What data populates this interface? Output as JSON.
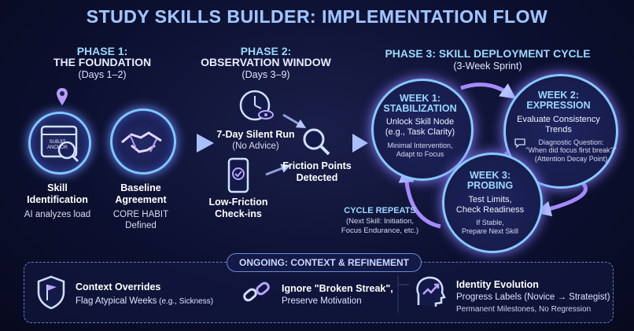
{
  "title": "STUDY SKILLS BUILDER: IMPLEMENTATION FLOW",
  "phase1": {
    "label": "PHASE 1:",
    "name": "THE FOUNDATION",
    "days": "(Days 1–2)",
    "step1": {
      "title_l1": "Skill",
      "title_l2": "Identification",
      "desc": "AI analyzes load",
      "icon_text": "SUBJIT ANCHOR",
      "icon": "calendar-search-icon"
    },
    "step2": {
      "title_l1": "Baseline",
      "title_l2": "Agreement",
      "desc_l1": "CORE HABIT",
      "desc_l2": "Defined",
      "icon": "handshake-icon"
    }
  },
  "phase2": {
    "label": "PHASE 2:",
    "name": "OBSERVATION WINDOW",
    "days": "(Days 3–9)",
    "silent_run": {
      "title": "7-Day Silent Run",
      "sub": "(No Advice)",
      "icon": "clock-eye-icon"
    },
    "checkins": {
      "title_l1": "Low-Friction",
      "title_l2": "Check-ins",
      "icon": "phone-check-icon"
    },
    "friction": {
      "title_l1": "Friction Points",
      "title_l2": "Detected",
      "icon": "magnifier-icon"
    }
  },
  "phase3": {
    "title": "PHASE 3: SKILL DEPLOYMENT CYCLE",
    "sub": "(3-Week Sprint)",
    "week1": {
      "title_l1": "WEEK 1:",
      "title_l2": "STABILIZATION",
      "body_l1": "Unlock Skill Node",
      "body_l2": "(e.g., Task Clarity)",
      "small_l1": "Minimal Intervention,",
      "small_l2": "Adapt to Focus"
    },
    "week2": {
      "title_l1": "WEEK 2:",
      "title_l2": "EXPRESSION",
      "body_l1": "Evaluate Consistency",
      "body_l2": "Trends",
      "q_l1": "Diagnostic Question:",
      "q_l2": "\"When did focus first break?\"",
      "q_l3": "(Attention Decay Point)"
    },
    "week3": {
      "title_l1": "WEEK 3:",
      "title_l2": "PROBING",
      "body_l1": "Test Limits,",
      "body_l2": "Check Readiness",
      "small_l1": "If Stable,",
      "small_l2": "Prepare Next Skill"
    },
    "repeat": {
      "title": "CYCLE REPEATS",
      "l1": "(Next Skill: Initiation,",
      "l2": "Focus Endurance, etc.)"
    }
  },
  "ongoing": {
    "label": "ONGOING: CONTEXT & REFINEMENT",
    "item1": {
      "title": "Context Overrides",
      "desc_main": "Flag Atypical Weeks",
      "desc_small": " (e.g., Sickness)",
      "icon": "shield-flag-icon"
    },
    "item2": {
      "title": "Ignore \"Broken Streak\",",
      "desc": "Preserve Motivation",
      "icon": "broken-chain-icon"
    },
    "item3": {
      "title": "Identity Evolution",
      "desc": "Progress Labels (Novice → Strategist)",
      "small": "Permanent Milestones, No Regression",
      "icon": "head-growth-icon"
    }
  },
  "colors": {
    "accent": "#7ec8ff",
    "purple": "#a58bff",
    "bg": "#0c1030"
  }
}
